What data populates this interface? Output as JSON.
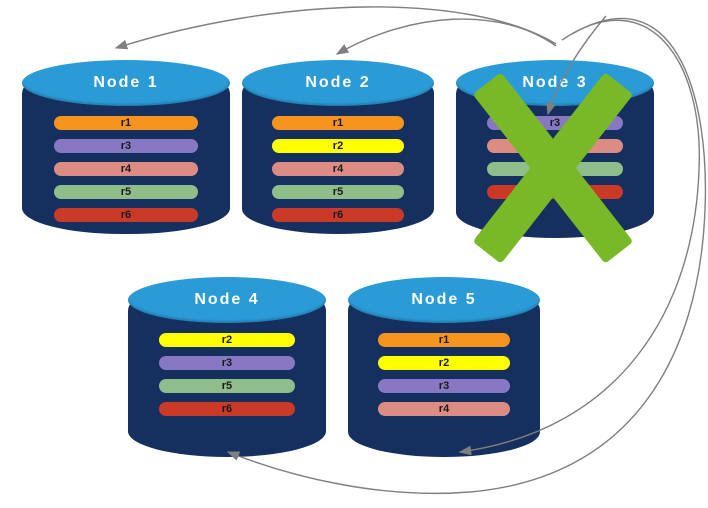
{
  "diagram": {
    "nodes": [
      {
        "title": "Node 1",
        "replicas": [
          {
            "label": "r1",
            "color": "#F7941E"
          },
          {
            "label": "r3",
            "color": "#8878C3"
          },
          {
            "label": "r4",
            "color": "#DD8C83"
          },
          {
            "label": "r5",
            "color": "#8FBE8B"
          },
          {
            "label": "r6",
            "color": "#CB3927"
          }
        ]
      },
      {
        "title": "Node 2",
        "replicas": [
          {
            "label": "r1",
            "color": "#F7941E"
          },
          {
            "label": "r2",
            "color": "#FFFF00"
          },
          {
            "label": "r4",
            "color": "#DD8C83"
          },
          {
            "label": "r5",
            "color": "#8FBE8B"
          },
          {
            "label": "r6",
            "color": "#CB3927"
          }
        ]
      },
      {
        "title": "Node 3",
        "replicas": [
          {
            "label": "r3",
            "color": "#8878C3"
          },
          {
            "label": "r4",
            "color": "#DD8C83"
          },
          {
            "label": "r5",
            "color": "#8FBE8B"
          },
          {
            "label": "r6",
            "color": "#CB3927"
          }
        ]
      },
      {
        "title": "Node 4",
        "replicas": [
          {
            "label": "r2",
            "color": "#FFFF00"
          },
          {
            "label": "r3",
            "color": "#8878C3"
          },
          {
            "label": "r5",
            "color": "#8FBE8B"
          },
          {
            "label": "r6",
            "color": "#CB3927"
          }
        ]
      },
      {
        "title": "Node 5",
        "replicas": [
          {
            "label": "r1",
            "color": "#F7941E"
          },
          {
            "label": "r2",
            "color": "#FFFF00"
          },
          {
            "label": "r3",
            "color": "#8878C3"
          },
          {
            "label": "r4",
            "color": "#DD8C83"
          }
        ]
      }
    ],
    "failure_mark": {
      "node": "Node 3",
      "symbol": "X"
    },
    "colors": {
      "cylinder_body": "#152F5E",
      "cylinder_top": "#2B9BD7",
      "node_title_text": "#FFFFFF",
      "replica_text": "#1A1A1A",
      "failure_mark": "#79B928",
      "arrow": "#7F7F7F"
    }
  }
}
